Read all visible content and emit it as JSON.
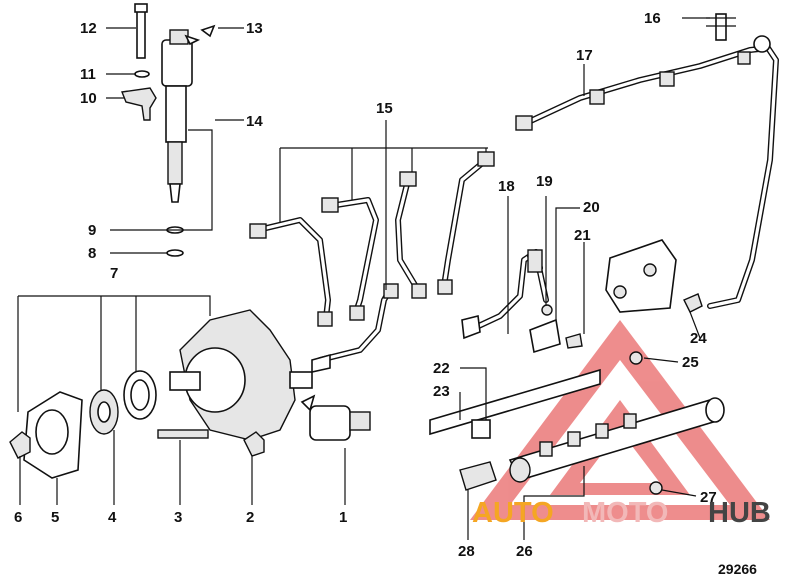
{
  "diagram_id": "29266",
  "callouts": [
    {
      "n": "1"
    },
    {
      "n": "2"
    },
    {
      "n": "3"
    },
    {
      "n": "4"
    },
    {
      "n": "5"
    },
    {
      "n": "6"
    },
    {
      "n": "7"
    },
    {
      "n": "8"
    },
    {
      "n": "9"
    },
    {
      "n": "10"
    },
    {
      "n": "11"
    },
    {
      "n": "12"
    },
    {
      "n": "13"
    },
    {
      "n": "14"
    },
    {
      "n": "15"
    },
    {
      "n": "16"
    },
    {
      "n": "17"
    },
    {
      "n": "18"
    },
    {
      "n": "19"
    },
    {
      "n": "20"
    },
    {
      "n": "21"
    },
    {
      "n": "22"
    },
    {
      "n": "23"
    },
    {
      "n": "24"
    },
    {
      "n": "25"
    },
    {
      "n": "26"
    },
    {
      "n": "27"
    },
    {
      "n": "28"
    }
  ],
  "watermark": {
    "part1": "AUTO",
    "part2": "MOTO",
    "part3": "HUB",
    "color1": "#f5a623",
    "color2": "#f2b8b8",
    "color3": "#444444",
    "triangle_color": "#e03030"
  }
}
